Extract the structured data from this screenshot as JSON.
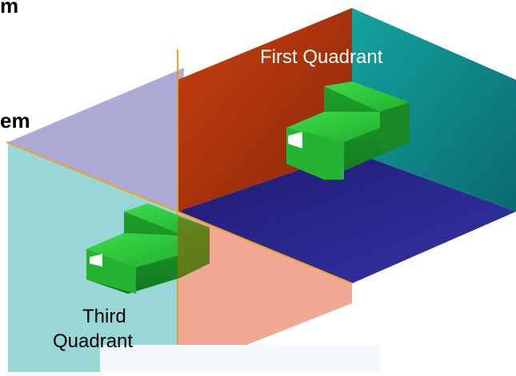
{
  "colors": {
    "background": "#ffffff",
    "q1_vertical_plane": "#b23a0a",
    "q1_side_plane": "#0f8e8e",
    "q1_horizontal_plane": "#28238a",
    "q3_vertical_plane": "#f0a892",
    "q3_side_plane": "#99d6d6",
    "upper_left_plane": "#aeaad6",
    "axis_line": "#f0a020",
    "object_green": "#2ec33b",
    "label_on_dark": "#ffffff",
    "label_on_light": "#000000"
  },
  "header_fragments": {
    "top": "m",
    "middle": "em"
  },
  "labels": {
    "first_quadrant": "First Quadrant",
    "third_quadrant_line1": "Third",
    "third_quadrant_line2": "Quadrant"
  },
  "icons": {
    "object_q1": "step-block-object",
    "object_q3": "step-block-object"
  }
}
